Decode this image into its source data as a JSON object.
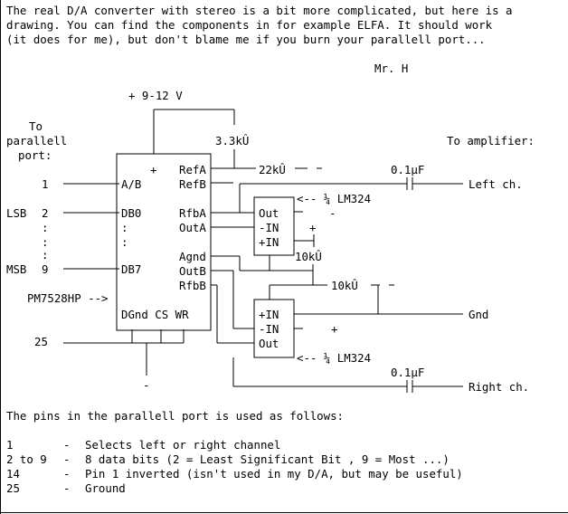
{
  "intro": {
    "line1": "The real D/A converter with stereo is a bit more complicated, but here is a",
    "line2": "drawing. You can find the components in for example ELFA. It should work",
    "line3": "(it does for me), but don't blame me if you burn your parallell port...",
    "author": "Mr. H"
  },
  "schematic": {
    "supply": "+ 9-12 V",
    "resistor_top": "3.3kÛ",
    "to_port_1": "To",
    "to_port_2": "parallell",
    "to_port_3": "port:",
    "to_amp": "To amplifier:",
    "pin1": "1",
    "lsb": "LSB",
    "pin2": "2",
    "dots1": ":",
    "dots2": ":",
    "msb": "MSB",
    "pin9": "9",
    "chip_label": "PM7528HP -->",
    "pin25": "25",
    "chip": {
      "plus": "+",
      "ab": "A/B",
      "db0": "DB0",
      "colon1": ":",
      "colon2": ":",
      "db7": "DB7",
      "refa": "RefA",
      "refb": "RefB",
      "rfba": "RfbA",
      "outa": "OutA",
      "agnd": "Agnd",
      "outb": "OutB",
      "rfbb": "RfbB",
      "bottom": "DGnd CS WR"
    },
    "r22": "22kÛ",
    "cap_left": "0.1µF",
    "left_ch": "Left ch.",
    "opamp_top": {
      "out": "Out",
      "minus_in": "-IN",
      "plus_in": "+IN",
      "minus_sign": "-",
      "plus_sign": "+",
      "label": "<-- ¼ LM324"
    },
    "r10_vert": "10kÛ",
    "r10_horiz": "10kÛ",
    "opamp_bottom": {
      "plus_in": "+IN",
      "minus_in": "-IN",
      "out": "Out",
      "plus_sign": "+",
      "label": "<-- ¼ LM324"
    },
    "gnd": "Gnd",
    "cap_right": "0.1µF",
    "right_ch": "Right ch.",
    "ground_sign": "-"
  },
  "pins_table": {
    "heading": "The pins in the parallell port is used as follows:",
    "rows": [
      {
        "pin": "1",
        "dash": "-",
        "desc": "Selects left or right channel"
      },
      {
        "pin": "2 to 9",
        "dash": "-",
        "desc": "8 data bits (2 = Least Significant Bit , 9 = Most ...)"
      },
      {
        "pin": "14",
        "dash": "-",
        "desc": "Pin 1 inverted (isn't used in my D/A, but may be useful)"
      },
      {
        "pin": "25",
        "dash": "-",
        "desc": "Ground"
      }
    ]
  }
}
